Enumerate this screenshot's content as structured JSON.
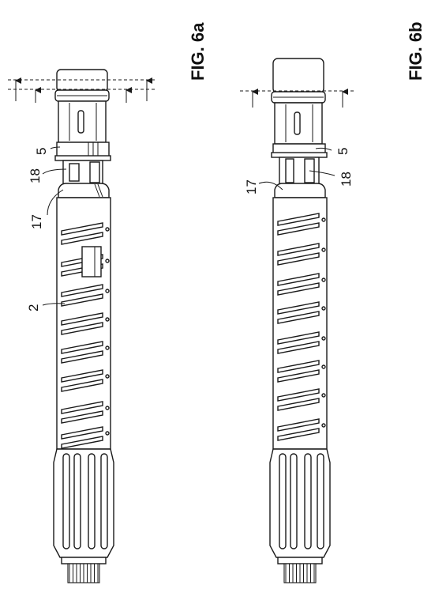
{
  "figures": [
    {
      "caption": "FIG. 6a",
      "labels": [
        "5",
        "18",
        "17",
        "2"
      ]
    },
    {
      "caption": "FIG. 6b",
      "labels": [
        "17",
        "5",
        "18"
      ]
    }
  ]
}
